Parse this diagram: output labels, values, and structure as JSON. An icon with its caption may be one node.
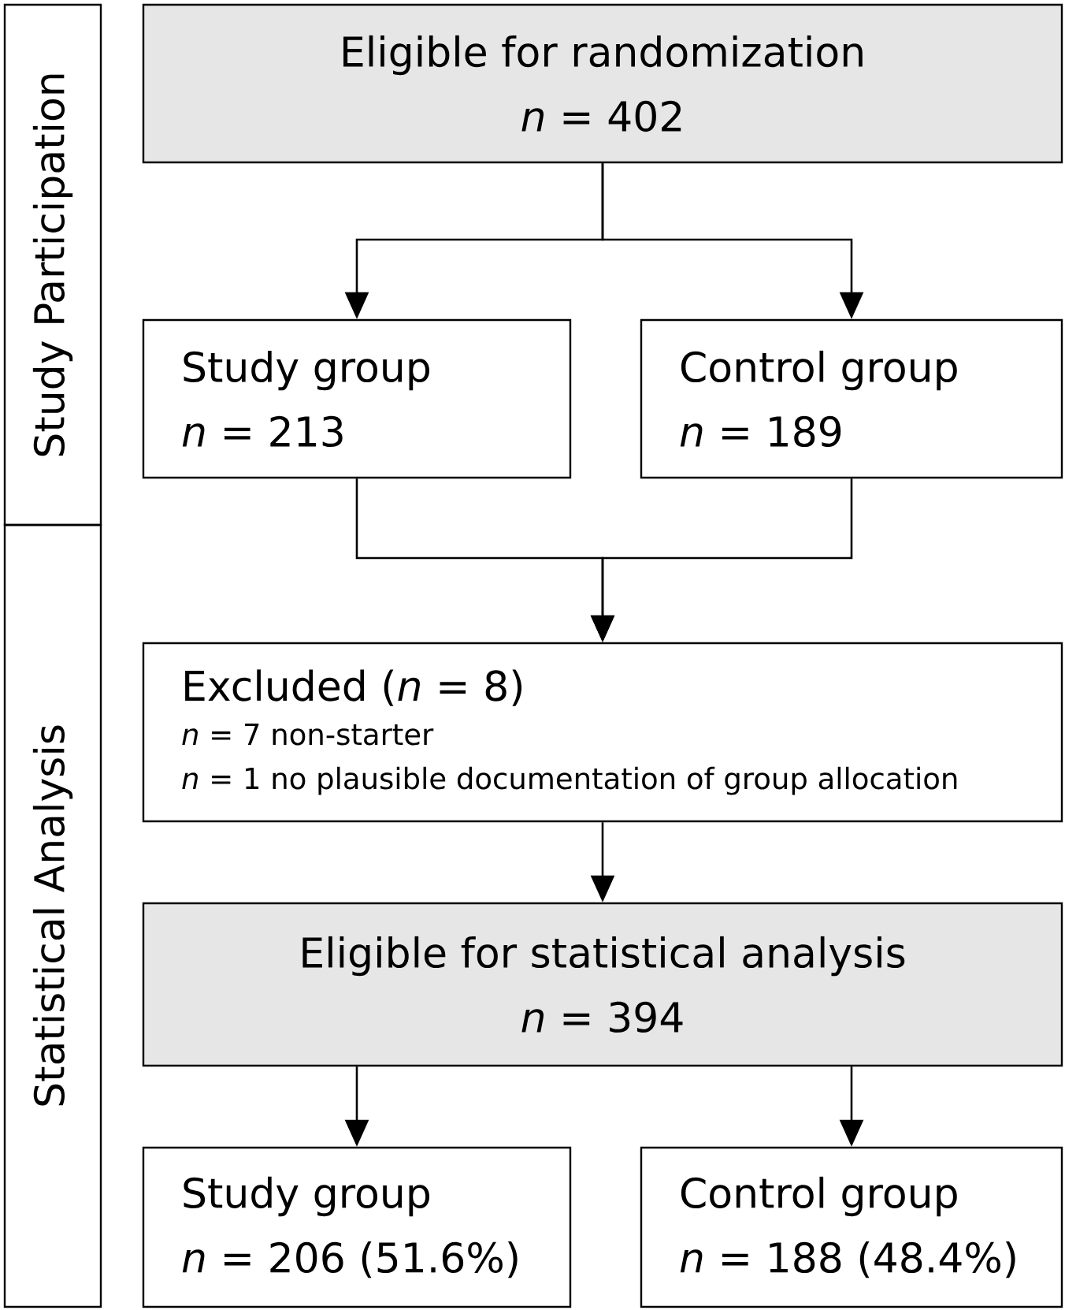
{
  "diagram": {
    "nodes": [
      {
        "text": [
          "Study Participation"
        ]
      },
      {
        "text": [
          "Statistical Analysis"
        ]
      },
      {
        "text": [
          "Eligible for randomization",
          "*n* = 402"
        ]
      },
      {
        "text": [
          "Study group",
          "*n* = 213"
        ]
      },
      {
        "text": [
          "Control group",
          "*n* = 189"
        ]
      },
      {
        "text": [
          "Excluded (*n* = 8)",
          "*n* = 7 non-starter",
          "*n* = 1 no plausible documentation of group allocation"
        ]
      },
      {
        "text": [
          "Eligible for statistical analysis",
          "*n* = 394"
        ]
      },
      {
        "text": [
          "Study group",
          "*n* = 206 (51.6%)"
        ]
      },
      {
        "text": [
          "Control group",
          "*n* = 188 (48.4%)"
        ]
      }
    ],
    "edges": [
      {
        "from": 2,
        "to": 3,
        "arrow": "to"
      },
      {
        "from": 2,
        "to": 4,
        "arrow": "to"
      },
      {
        "from": 3,
        "to": 5,
        "arrow": "to"
      },
      {
        "from": 4,
        "to": 5,
        "arrow": "to"
      },
      {
        "from": 5,
        "to": 6,
        "arrow": "to"
      },
      {
        "from": 6,
        "to": 7,
        "arrow": "to"
      },
      {
        "from": 6,
        "to": 8,
        "arrow": "to"
      }
    ]
  }
}
